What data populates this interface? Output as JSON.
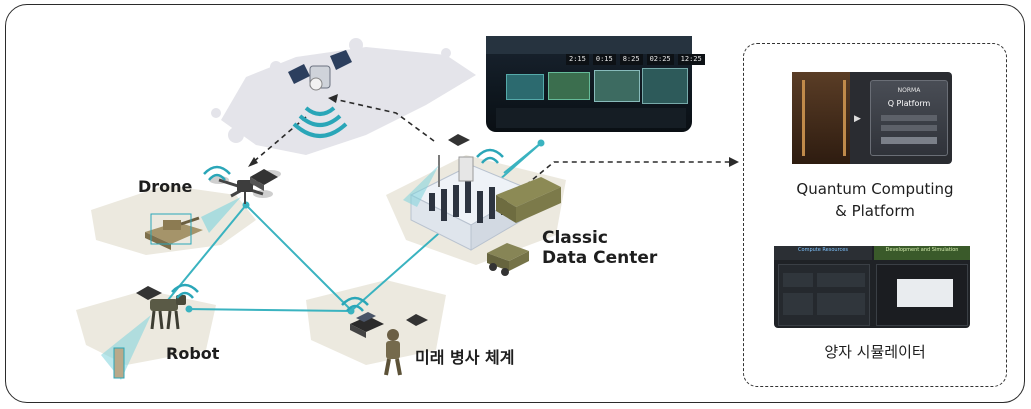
{
  "labels": {
    "drone": "Drone",
    "robot": "Robot",
    "classic_line1": "Classic",
    "classic_line2": "Data Center",
    "soldier": "미래 병사 체계"
  },
  "panel": {
    "quantum_line1": "Quantum Computing",
    "quantum_line2": "& Platform",
    "simulator": "양자 시뮬레이터",
    "screen_brand": "NORMA",
    "screen_title": "Q Platform",
    "sim_left_title": "Compute Resources",
    "sim_right_title": "Development and Simulation"
  },
  "control_room": {
    "clocks": [
      "2:15",
      "0:15",
      "8:25",
      "02:25",
      "12:25"
    ]
  },
  "colors": {
    "link": "#3ab3c0",
    "cloud": "#e4e4ea",
    "terrain": "#ece9df",
    "signal": "#2aa6b8",
    "label": "#1e1e1e"
  }
}
